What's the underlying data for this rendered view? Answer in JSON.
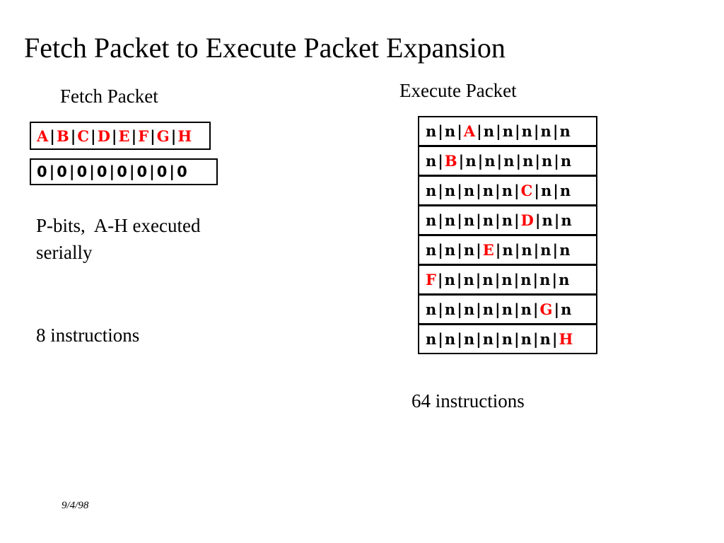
{
  "slide": {
    "title": "Fetch Packet to Execute Packet Expansion",
    "footer_date": "9/4/98",
    "background_color": "#ffffff",
    "text_color": "#000000",
    "accent_color": "#FF0000"
  },
  "fetch_packet": {
    "heading": "Fetch Packet",
    "separator": "|",
    "instruction_row": {
      "label": "instruction-slots",
      "cells": [
        "A",
        "B",
        "C",
        "D",
        "E",
        "F",
        "G",
        "H"
      ],
      "color": "#FF0000"
    },
    "pbit_row": {
      "label": "p-bits",
      "cells": [
        "0",
        "0",
        "0",
        "0",
        "0",
        "0",
        "0",
        "0"
      ],
      "color": "#000000"
    },
    "note": "P-bits,  A-H executed\nserially",
    "instruction_count": "8 instructions"
  },
  "execute_packet": {
    "heading": "Execute Packet",
    "separator": "|",
    "nop_symbol": "n",
    "instruction_count": "64 instructions",
    "rows": [
      {
        "cells": [
          "n",
          "n",
          "A",
          "n",
          "n",
          "n",
          "n",
          "n"
        ],
        "active": "A",
        "active_index": 2
      },
      {
        "cells": [
          "n",
          "B",
          "n",
          "n",
          "n",
          "n",
          "n",
          "n"
        ],
        "active": "B",
        "active_index": 1
      },
      {
        "cells": [
          "n",
          "n",
          "n",
          "n",
          "n",
          "C",
          "n",
          "n"
        ],
        "active": "C",
        "active_index": 5
      },
      {
        "cells": [
          "n",
          "n",
          "n",
          "n",
          "n",
          "D",
          "n",
          "n"
        ],
        "active": "D",
        "active_index": 5
      },
      {
        "cells": [
          "n",
          "n",
          "n",
          "E",
          "n",
          "n",
          "n",
          "n"
        ],
        "active": "E",
        "active_index": 3
      },
      {
        "cells": [
          "F",
          "n",
          "n",
          "n",
          "n",
          "n",
          "n",
          "n"
        ],
        "active": "F",
        "active_index": 0
      },
      {
        "cells": [
          "n",
          "n",
          "n",
          "n",
          "n",
          "n",
          "G",
          "n"
        ],
        "active": "G",
        "active_index": 6
      },
      {
        "cells": [
          "n",
          "n",
          "n",
          "n",
          "n",
          "n",
          "n",
          "H"
        ],
        "active": "H",
        "active_index": 7
      }
    ]
  }
}
